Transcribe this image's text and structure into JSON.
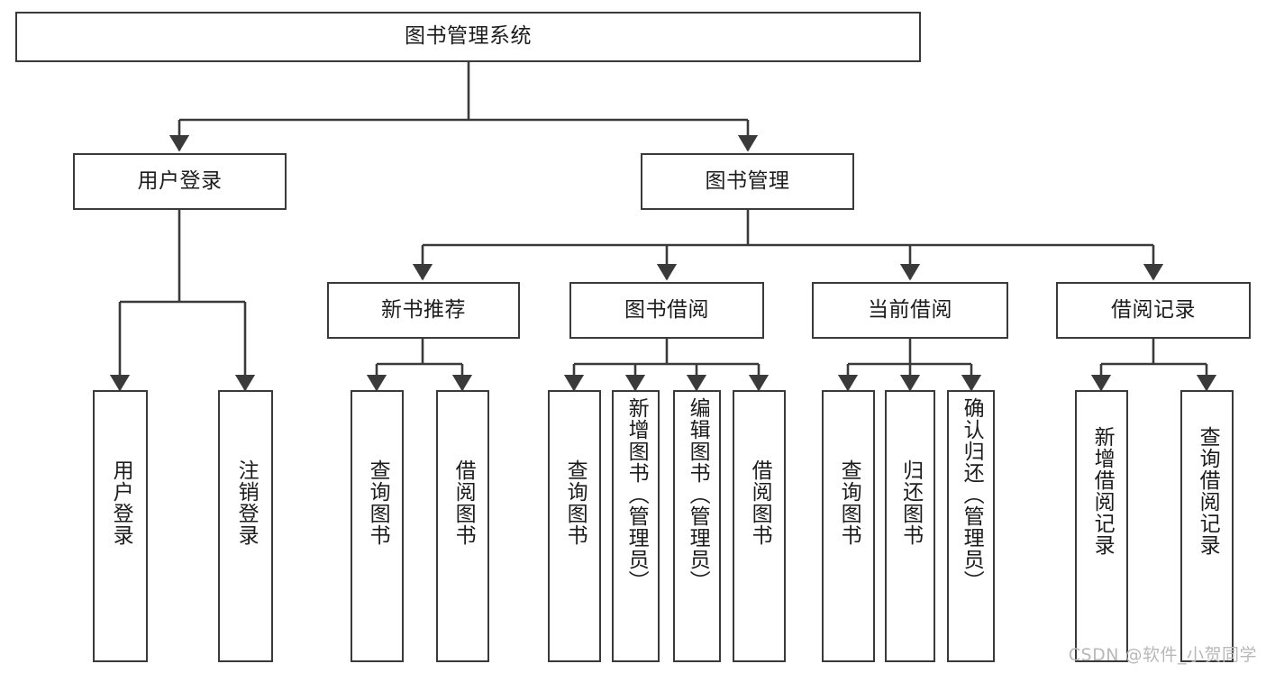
{
  "diagram": {
    "type": "tree-hierarchy-chart",
    "title": "图书管理系统",
    "orientation": "top-down",
    "colors": {
      "box_border": "#3a3a3a",
      "box_fill": "#ffffff",
      "connector": "#3a3a3a",
      "text": "#1c1c1c",
      "watermark": "#b8b8b8",
      "background": "#ffffff"
    },
    "levels": {
      "root": {
        "label": "图书管理系统"
      },
      "level2": [
        {
          "id": "user-login",
          "label": "用户登录"
        },
        {
          "id": "book-management",
          "label": "图书管理"
        }
      ],
      "level3": [
        {
          "id": "new-book-recommend",
          "label": "新书推荐",
          "parent": "book-management"
        },
        {
          "id": "book-borrow",
          "label": "图书借阅",
          "parent": "book-management"
        },
        {
          "id": "current-borrow",
          "label": "当前借阅",
          "parent": "book-management"
        },
        {
          "id": "borrow-record",
          "label": "借阅记录",
          "parent": "book-management"
        }
      ],
      "leaves": [
        {
          "id": "leaf-user-login",
          "label": "用户登录",
          "parent": "user-login"
        },
        {
          "id": "leaf-logout-login",
          "label": "注销登录",
          "parent": "user-login"
        },
        {
          "id": "leaf-query-book-1",
          "label": "查询图书",
          "parent": "new-book-recommend"
        },
        {
          "id": "leaf-borrow-book-1",
          "label": "借阅图书",
          "parent": "new-book-recommend"
        },
        {
          "id": "leaf-query-book-2",
          "label": "查询图书",
          "parent": "book-borrow"
        },
        {
          "id": "leaf-add-book",
          "label": "新增图书（管理员）",
          "parent": "book-borrow"
        },
        {
          "id": "leaf-edit-book",
          "label": "编辑图书（管理员）",
          "parent": "book-borrow"
        },
        {
          "id": "leaf-borrow-book-2",
          "label": "借阅图书",
          "parent": "book-borrow"
        },
        {
          "id": "leaf-query-book-3",
          "label": "查询图书",
          "parent": "current-borrow"
        },
        {
          "id": "leaf-return-book",
          "label": "归还图书",
          "parent": "current-borrow"
        },
        {
          "id": "leaf-confirm-return",
          "label": "确认归还（管理员）",
          "parent": "current-borrow"
        },
        {
          "id": "leaf-add-record",
          "label": "新增借阅记录",
          "parent": "borrow-record"
        },
        {
          "id": "leaf-query-record",
          "label": "查询借阅记录",
          "parent": "borrow-record"
        }
      ]
    }
  },
  "watermark": {
    "text": "CSDN @软件_小贺同学"
  }
}
